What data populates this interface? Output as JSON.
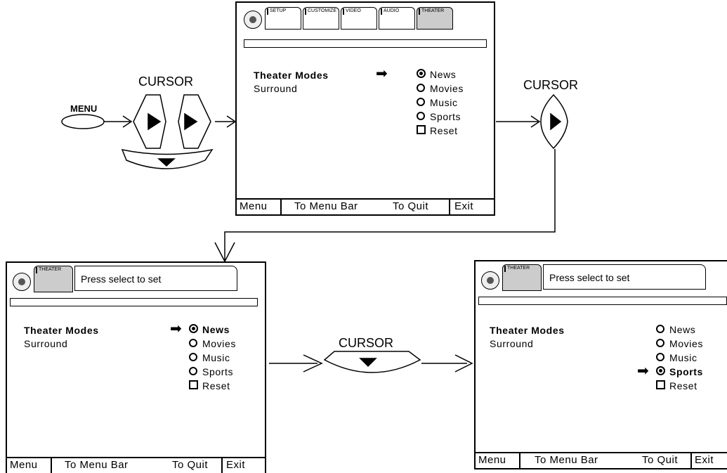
{
  "labels": {
    "menu": "MENU",
    "cursor": "CURSOR"
  },
  "tabs": [
    "SETUP",
    "CUSTOMIZE",
    "VIDEO",
    "AUDIO",
    "THEATER"
  ],
  "screen_top": {
    "theater_modes": "Theater Modes",
    "surround": "Surround",
    "options": [
      {
        "label": "News",
        "mark": "dot"
      },
      {
        "label": "Movies",
        "mark": "ring"
      },
      {
        "label": "Music",
        "mark": "ring"
      },
      {
        "label": "Sports",
        "mark": "ring"
      },
      {
        "label": "Reset",
        "mark": "box"
      }
    ]
  },
  "screen_left": {
    "tab": "THEATER",
    "prompt": "Press select to set",
    "theater_modes": "Theater Modes",
    "surround": "Surround",
    "options": [
      {
        "label": "News",
        "mark": "dot",
        "selected": true
      },
      {
        "label": "Movies",
        "mark": "ring"
      },
      {
        "label": "Music",
        "mark": "ring"
      },
      {
        "label": "Sports",
        "mark": "ring"
      },
      {
        "label": "Reset",
        "mark": "box"
      }
    ]
  },
  "screen_right": {
    "tab": "THEATER",
    "prompt": "Press select to set",
    "theater_modes": "Theater Modes",
    "surround": "Surround",
    "options": [
      {
        "label": "News",
        "mark": "ring"
      },
      {
        "label": "Movies",
        "mark": "ring"
      },
      {
        "label": "Music",
        "mark": "ring"
      },
      {
        "label": "Sports",
        "mark": "dot",
        "selected": true
      },
      {
        "label": "Reset",
        "mark": "box"
      }
    ]
  },
  "bottom_bar": {
    "menu": "Menu",
    "to_menu_bar": "To Menu Bar",
    "to_quit": "To Quit",
    "exit": "Exit"
  }
}
